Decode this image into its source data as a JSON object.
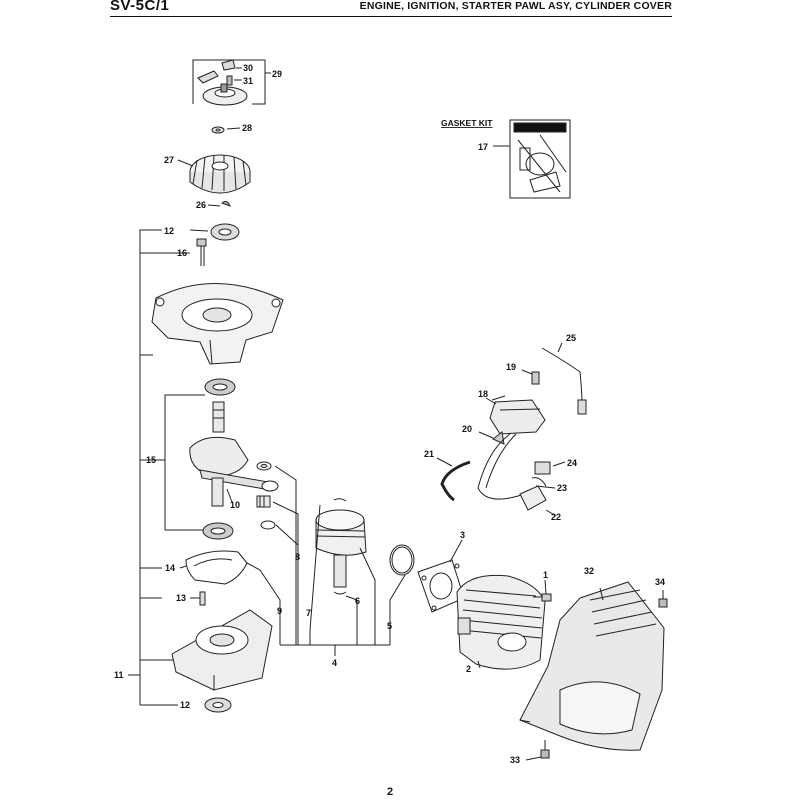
{
  "header": {
    "model": "SV-5C/1",
    "title": "ENGINE, IGNITION, STARTER PAWL ASY, CYLINDER COVER"
  },
  "gasket_kit": {
    "label": "GASKET KIT",
    "ref": "17"
  },
  "callouts": {
    "c1": "1",
    "c2": "2",
    "c3": "3",
    "c4": "4",
    "c5": "5",
    "c6": "6",
    "c7": "7",
    "c8": "8",
    "c9": "9",
    "c10": "10",
    "c11": "11",
    "c12a": "12",
    "c12b": "12",
    "c13": "13",
    "c14": "14",
    "c15": "15",
    "c16": "16",
    "c18": "18",
    "c19": "19",
    "c20": "20",
    "c21": "21",
    "c22": "22",
    "c23": "23",
    "c24": "24",
    "c25": "25",
    "c26": "26",
    "c27": "27",
    "c28": "28",
    "c29": "29",
    "c30": "30",
    "c31": "31",
    "c32": "32",
    "c33": "33",
    "c34": "34"
  },
  "footer": {
    "page": "2"
  }
}
